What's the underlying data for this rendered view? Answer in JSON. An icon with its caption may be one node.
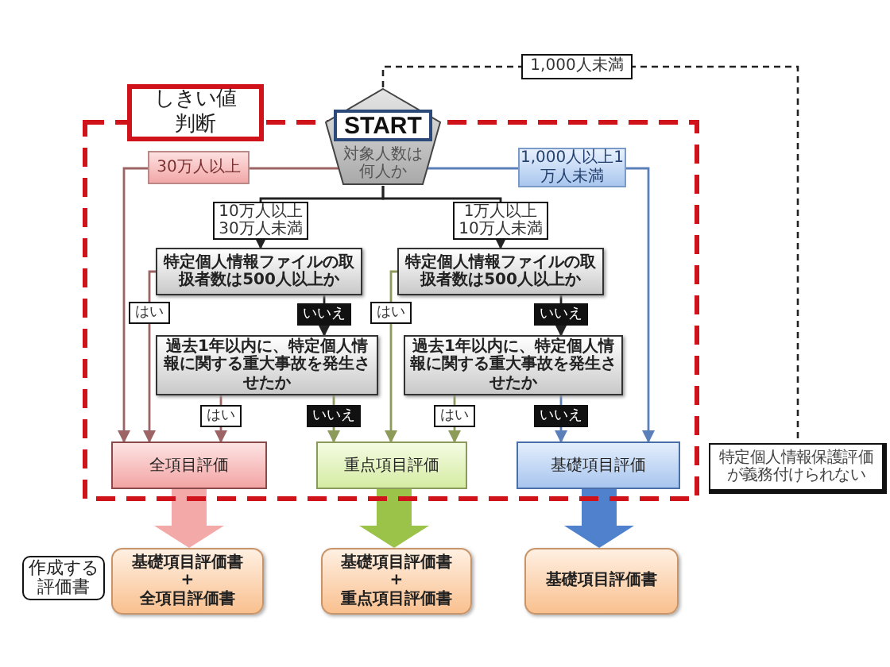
{
  "diagram": {
    "nodes": [
      {
        "text": [
          "しきい値判断"
        ]
      },
      {
        "text": [
          "START",
          "対象人数は何人か"
        ]
      },
      {
        "text": [
          "特定個人情報ファイルの取扱者数は500人以上か"
        ],
        "in": 0
      },
      {
        "text": [
          "特定個人情報ファイルの取扱者数は500人以上か"
        ],
        "in": 0
      },
      {
        "text": [
          "過去1年以内に、特定個人情報に関する重大事故を発生させたか"
        ],
        "in": 0
      },
      {
        "text": [
          "過去1年以内に、特定個人情報に関する重大事故を発生させたか"
        ],
        "in": 0
      },
      {
        "text": [
          "全項目評価"
        ],
        "in": 0
      },
      {
        "text": [
          "重点項目評価"
        ],
        "in": 0
      },
      {
        "text": [
          "基礎項目評価"
        ],
        "in": 0
      },
      {
        "text": [
          "特定個人情報保護評価が義務付けられない"
        ]
      },
      {
        "text": [
          "作成する評価書"
        ]
      },
      {
        "text": [
          "基礎項目評価書",
          "+",
          "全項目評価書"
        ]
      },
      {
        "text": [
          "基礎項目評価書",
          "+",
          "重点項目評価書"
        ]
      },
      {
        "text": [
          "基礎項目評価書"
        ]
      }
    ],
    "edges": [
      {
        "from": 1,
        "to": 6,
        "arrow": "to",
        "label": "30万人以上",
        "color": "#9c6464"
      },
      {
        "from": 1,
        "to": 2,
        "arrow": "to",
        "label": "10万人以上30万人未満"
      },
      {
        "from": 1,
        "to": 3,
        "arrow": "to",
        "label": "1万人以上10万人未満"
      },
      {
        "from": 1,
        "to": 8,
        "arrow": "to",
        "label": "1,000人以上1万人未満",
        "color": "#5b7fb8"
      },
      {
        "from": 1,
        "to": 9,
        "arrow": "none",
        "label": "1,000人未満",
        "style": "dashed"
      },
      {
        "from": 2,
        "to": 6,
        "arrow": "to",
        "label": "はい",
        "color": "#9c6464"
      },
      {
        "from": 2,
        "to": 4,
        "arrow": "to",
        "label": "いいえ"
      },
      {
        "from": 4,
        "to": 6,
        "arrow": "to",
        "label": "はい",
        "color": "#9c6464"
      },
      {
        "from": 4,
        "to": 7,
        "arrow": "to",
        "label": "いいえ",
        "color": "#8c9a5a"
      },
      {
        "from": 3,
        "to": 7,
        "arrow": "to",
        "label": "はい",
        "color": "#8c9a5a"
      },
      {
        "from": 3,
        "to": 5,
        "arrow": "to",
        "label": "いいえ"
      },
      {
        "from": 5,
        "to": 7,
        "arrow": "to",
        "label": "はい",
        "color": "#8c9a5a"
      },
      {
        "from": 5,
        "to": 8,
        "arrow": "to",
        "label": "いいえ",
        "color": "#5b7fb8"
      },
      {
        "from": 6,
        "to": 11,
        "arrow": "to",
        "style": "thick",
        "color": "#f4a9a9"
      },
      {
        "from": 7,
        "to": 12,
        "arrow": "to",
        "style": "thick",
        "color": "#9bc34a"
      },
      {
        "from": 8,
        "to": 13,
        "arrow": "to",
        "style": "thick",
        "color": "#4f81cc"
      }
    ]
  }
}
